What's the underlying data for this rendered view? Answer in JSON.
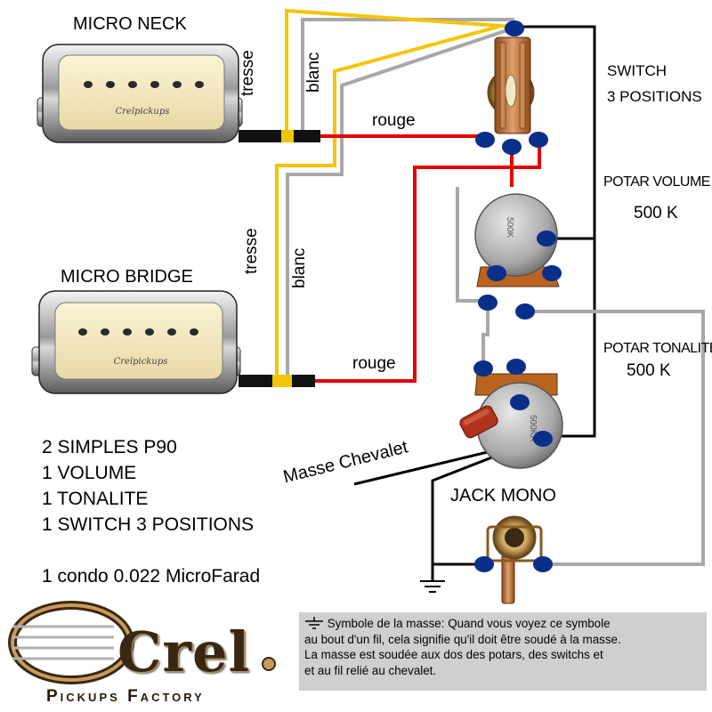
{
  "pickups": {
    "neck_title": "MICRO NECK",
    "bridge_title": "MICRO BRIDGE",
    "brand": "Crelpickups"
  },
  "wires": {
    "neck_braid": "tresse",
    "neck_white": "blanc",
    "neck_red": "rouge",
    "bridge_braid": "tresse",
    "bridge_white": "blanc",
    "bridge_red": "rouge",
    "bridge_ground": "Masse Chevalet"
  },
  "components": {
    "switch_line1": "SWITCH",
    "switch_line2": "3 POSITIONS",
    "volume_line1": "POTAR VOLUME",
    "volume_line2": "500 K",
    "volume_pot_marking": "500K",
    "tone_line1": "POTAR TONALITE",
    "tone_line2": "500 K",
    "tone_pot_marking": "500KA",
    "jack": "JACK MONO"
  },
  "parts_list": [
    "2 SIMPLES P90",
    "1 VOLUME",
    "1 TONALITE",
    "1 SWITCH 3 POSITIONS",
    "",
    "1 condo 0.022 MicroFarad"
  ],
  "footnote": {
    "line1": "Symbole de la masse: Quand vous voyez ce symbole",
    "line2": "au bout d'un fil, cela signifie qu'il doit être soudé à la masse.",
    "line3": "La masse est soudée aux dos des potars, des switchs et",
    "line4": "et au fil relié au chevalet."
  },
  "logo": {
    "word": "Crel",
    "subtitle": "Pickups Factory"
  },
  "colors": {
    "hot_wire": "#e60000",
    "braid_wire": "#f5c400",
    "white_wire": "#a8a8a8",
    "ground_wire": "#000000",
    "solder_point": "#0a2f8a",
    "footnote_bg": "#cfcfcf"
  }
}
